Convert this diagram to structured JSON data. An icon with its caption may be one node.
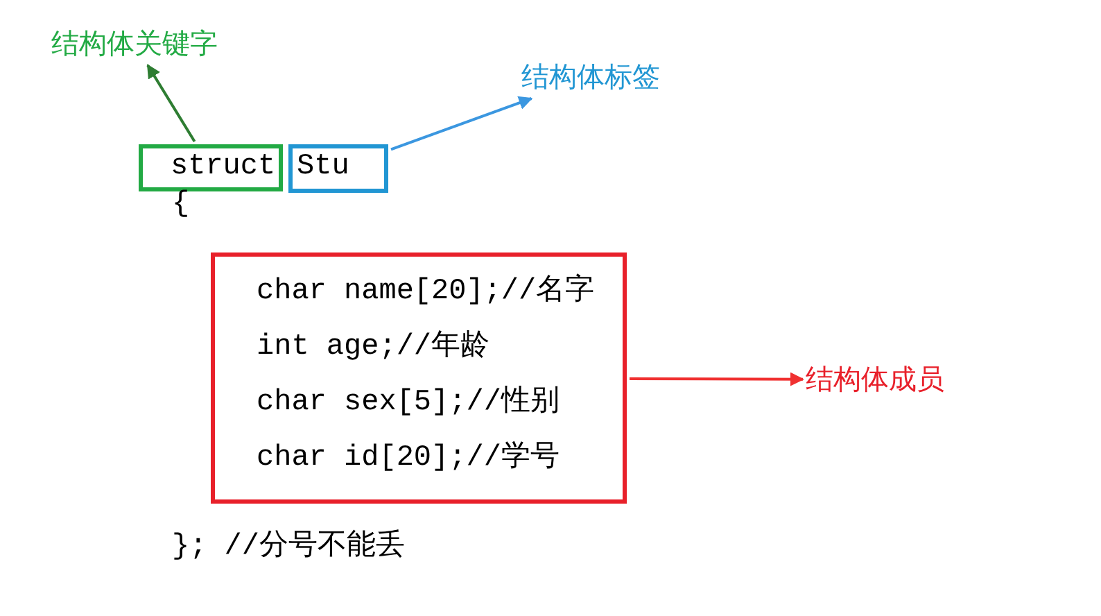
{
  "diagram": {
    "nodes": [
      {
        "text": [
          "结构体关键字"
        ]
      },
      {
        "text": [
          "struct"
        ]
      },
      {
        "text": [
          "Stu"
        ]
      },
      {
        "text": [
          "结构体标签"
        ]
      },
      {
        "text": [
          "char name[20];//名字",
          "int age;//年龄",
          "char sex[5];//性别",
          "char id[20];//学号"
        ]
      },
      {
        "text": [
          "结构体成员"
        ]
      }
    ],
    "edges": [
      {
        "from": 1,
        "to": 0,
        "arrow": "to",
        "color": "#2e7d32"
      },
      {
        "from": 2,
        "to": 3,
        "arrow": "to",
        "color": "#3b97e0"
      },
      {
        "from": 4,
        "to": 5,
        "arrow": "to",
        "color": "#f03030"
      }
    ],
    "labels": [
      "{",
      "}; //分号不能丢"
    ]
  }
}
